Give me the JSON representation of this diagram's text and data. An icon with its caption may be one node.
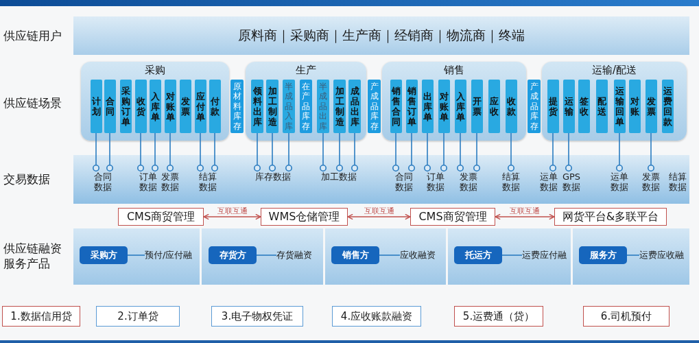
{
  "diagram": {
    "nodes": [
      {
        "text": [
          "原料商｜采购商｜生产商｜经销商｜物流商｜终端"
        ]
      },
      {
        "text": [
          "采购"
        ]
      },
      {
        "text": [
          "计划"
        ],
        "in": 1
      },
      {
        "text": [
          "合同"
        ],
        "in": 1
      },
      {
        "text": [
          "采购订单"
        ],
        "in": 1
      },
      {
        "text": [
          "收货"
        ],
        "in": 1
      },
      {
        "text": [
          "入库单"
        ],
        "in": 1
      },
      {
        "text": [
          "对账单"
        ],
        "in": 1
      },
      {
        "text": [
          "发票"
        ],
        "in": 1
      },
      {
        "text": [
          "应付单"
        ],
        "in": 1
      },
      {
        "text": [
          "付款"
        ],
        "in": 1
      },
      {
        "text": [
          "原材料库存"
        ]
      },
      {
        "text": [
          "生产"
        ]
      },
      {
        "text": [
          "领料出库"
        ],
        "in": 12
      },
      {
        "text": [
          "加工制造"
        ],
        "in": 12
      },
      {
        "text": [
          "半成品入库"
        ],
        "in": 12
      },
      {
        "text": [
          "在产品库存"
        ],
        "in": 12
      },
      {
        "text": [
          "半成品出库"
        ],
        "in": 12
      },
      {
        "text": [
          "加工制造"
        ],
        "in": 12
      },
      {
        "text": [
          "成品出库"
        ],
        "in": 12
      },
      {
        "text": [
          "产成品库存"
        ]
      },
      {
        "text": [
          "销售"
        ]
      },
      {
        "text": [
          "销售合同"
        ],
        "in": 21
      },
      {
        "text": [
          "销售订单"
        ],
        "in": 21
      },
      {
        "text": [
          "出库单"
        ],
        "in": 21
      },
      {
        "text": [
          "对账单"
        ],
        "in": 21
      },
      {
        "text": [
          "入库单"
        ],
        "in": 21
      },
      {
        "text": [
          "开票"
        ],
        "in": 21
      },
      {
        "text": [
          "应收"
        ],
        "in": 21
      },
      {
        "text": [
          "收款"
        ],
        "in": 21
      },
      {
        "text": [
          "产成品库存"
        ]
      },
      {
        "text": [
          "运输/配送"
        ]
      },
      {
        "text": [
          "提货"
        ],
        "in": 31
      },
      {
        "text": [
          "运输"
        ],
        "in": 31
      },
      {
        "text": [
          "签收"
        ],
        "in": 31
      },
      {
        "text": [
          "配送"
        ],
        "in": 31
      },
      {
        "text": [
          "运输回单"
        ],
        "in": 31
      },
      {
        "text": [
          "对账"
        ],
        "in": 31
      },
      {
        "text": [
          "发票"
        ],
        "in": 31
      },
      {
        "text": [
          "运费回款"
        ],
        "in": 31
      },
      {
        "text": [],
        "shape": "box"
      },
      {
        "text": [
          "合同数据"
        ],
        "in": 40
      },
      {
        "text": [
          "订单数据"
        ],
        "in": 40
      },
      {
        "text": [
          "发票数据"
        ],
        "in": 40
      },
      {
        "text": [
          "结算数据"
        ],
        "in": 40
      },
      {
        "text": [
          "库存数据"
        ],
        "in": 40
      },
      {
        "text": [
          "加工数据"
        ],
        "in": 40
      },
      {
        "text": [
          "合同数据"
        ],
        "in": 40
      },
      {
        "text": [
          "订单数据"
        ],
        "in": 40
      },
      {
        "text": [
          "发票数据"
        ],
        "in": 40
      },
      {
        "text": [
          "结算数据"
        ],
        "in": 40
      },
      {
        "text": [
          "运单数据"
        ],
        "in": 40
      },
      {
        "text": [
          "GPS数据"
        ],
        "in": 40
      },
      {
        "text": [
          "运单数据"
        ],
        "in": 40
      },
      {
        "text": [
          "发票数据"
        ],
        "in": 40
      },
      {
        "text": [
          "CMS商贸管理"
        ]
      },
      {
        "text": [
          "WMS仓储管理"
        ]
      },
      {
        "text": [
          "CMS商贸管理"
        ]
      },
      {
        "text": [
          "网货平台&多联平台"
        ]
      },
      {
        "text": [],
        "shape": "box"
      },
      {
        "text": [
          "采购方"
        ],
        "in": 59
      },
      {
        "text": [
          "预付/应付融"
        ],
        "in": 59
      },
      {
        "text": [],
        "shape": "box"
      },
      {
        "text": [
          "存货方"
        ],
        "in": 62
      },
      {
        "text": [
          "存货融资"
        ],
        "in": 62
      },
      {
        "text": [],
        "shape": "box"
      },
      {
        "text": [
          "销售方"
        ],
        "in": 65
      },
      {
        "text": [
          "应收融资"
        ],
        "in": 65
      },
      {
        "text": [],
        "shape": "box"
      },
      {
        "text": [
          "托运方"
        ],
        "in": 68
      },
      {
        "text": [
          "运费应付融"
        ],
        "in": 68
      },
      {
        "text": [],
        "shape": "box"
      },
      {
        "text": [
          "服务方"
        ],
        "in": 71
      },
      {
        "text": [
          "运费应收融"
        ],
        "in": 71
      },
      {
        "text": [
          "1.数据信用贷"
        ]
      },
      {
        "text": [
          "2.订单贷"
        ]
      },
      {
        "text": [
          "3.电子物权凭证"
        ]
      },
      {
        "text": [
          "4.应收账款融资"
        ]
      },
      {
        "text": [
          "5.运费通（贷）"
        ]
      },
      {
        "text": [
          "6.司机预付"
        ]
      }
    ],
    "edges": [
      {
        "from": 2,
        "to": 41,
        "arrow": "other"
      },
      {
        "from": 3,
        "to": 41,
        "arrow": "other"
      },
      {
        "from": 5,
        "to": 42,
        "arrow": "other"
      },
      {
        "from": 6,
        "to": 42,
        "arrow": "other"
      },
      {
        "from": 7,
        "to": 43,
        "arrow": "other"
      },
      {
        "from": 9,
        "to": 44,
        "arrow": "other"
      },
      {
        "from": 10,
        "to": 44,
        "arrow": "other"
      },
      {
        "from": 13,
        "to": 45,
        "arrow": "other"
      },
      {
        "from": 14,
        "to": 45,
        "arrow": "other"
      },
      {
        "from": 15,
        "to": 45,
        "arrow": "other"
      },
      {
        "from": 17,
        "to": 46,
        "arrow": "other"
      },
      {
        "from": 18,
        "to": 46,
        "arrow": "other"
      },
      {
        "from": 19,
        "to": 46,
        "arrow": "other"
      },
      {
        "from": 22,
        "to": 47,
        "arrow": "other"
      },
      {
        "from": 23,
        "to": 47,
        "arrow": "other"
      },
      {
        "from": 24,
        "to": 48,
        "arrow": "other"
      },
      {
        "from": 25,
        "to": 48,
        "arrow": "other"
      },
      {
        "from": 26,
        "to": 49,
        "arrow": "other"
      },
      {
        "from": 27,
        "to": 49,
        "arrow": "other"
      },
      {
        "from": 29,
        "to": 50,
        "arrow": "other"
      },
      {
        "from": 32,
        "to": 51,
        "arrow": "other"
      },
      {
        "from": 33,
        "to": 52,
        "arrow": "other"
      },
      {
        "from": 36,
        "to": 53,
        "arrow": "other"
      },
      {
        "from": 38,
        "to": 54,
        "arrow": "other"
      },
      {
        "from": 55,
        "to": 56,
        "arrow": "both",
        "label": "互联互通",
        "color": "#c0504d"
      },
      {
        "from": 56,
        "to": 57,
        "arrow": "both",
        "label": "互联互通",
        "color": "#c0504d"
      },
      {
        "from": 57,
        "to": 58,
        "arrow": "both",
        "label": "互联互通",
        "color": "#c0504d"
      },
      {
        "from": 60,
        "to": 61,
        "arrow": "none"
      },
      {
        "from": 63,
        "to": 64,
        "arrow": "none"
      },
      {
        "from": 66,
        "to": 67,
        "arrow": "none"
      },
      {
        "from": 69,
        "to": 70,
        "arrow": "none"
      },
      {
        "from": 72,
        "to": 73,
        "arrow": "none"
      }
    ],
    "labels": [
      "供应链用户",
      "供应链场景",
      "交易数据",
      "结算数据",
      "供应链融资服务产品"
    ]
  }
}
